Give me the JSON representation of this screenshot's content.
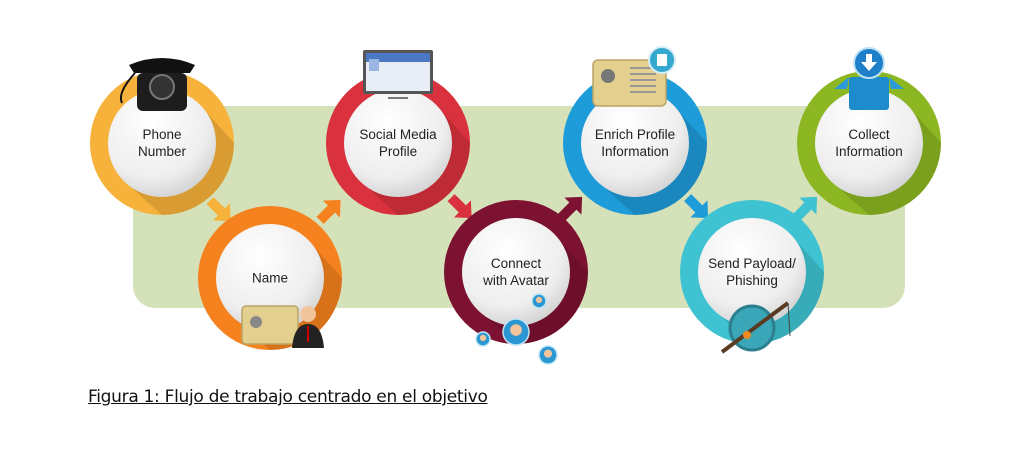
{
  "steps": [
    {
      "label_1": "Phone",
      "label_2": "Number",
      "color": "#f6b23a",
      "icon": "telephone-icon"
    },
    {
      "label_1": "Name",
      "label_2": "",
      "color": "#f5821f",
      "icon": "id-card-person-icon"
    },
    {
      "label_1": "Social Media",
      "label_2": "Profile",
      "color": "#d9313d",
      "icon": "monitor-profile-icon"
    },
    {
      "label_1": "Connect",
      "label_2": "with Avatar",
      "color": "#7d1131",
      "icon": "avatar-network-icon"
    },
    {
      "label_1": "Enrich Profile",
      "label_2": "Information",
      "color": "#1e9bd9",
      "icon": "id-card-edit-icon"
    },
    {
      "label_1": "Send Payload/",
      "label_2": "Phishing",
      "color": "#3fc3d2",
      "icon": "fishing-rod-icon"
    },
    {
      "label_1": "Collect",
      "label_2": "Information",
      "color": "#8cb722",
      "icon": "download-box-icon"
    }
  ],
  "background_color": "#d5e1b9",
  "caption": "Figura 1: Flujo de trabajo centrado en el objetivo"
}
